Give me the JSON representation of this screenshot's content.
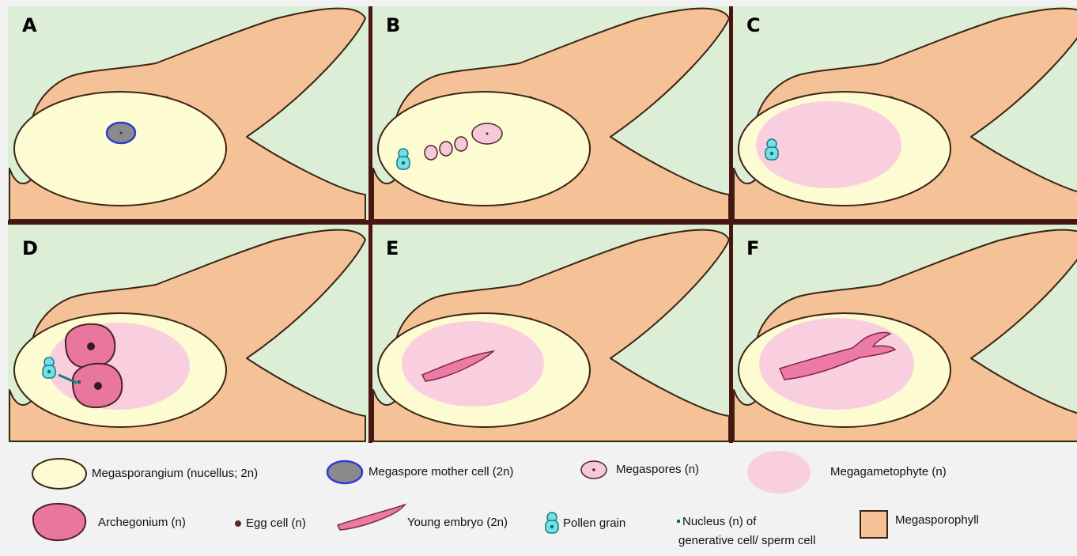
{
  "panels": [
    {
      "letter": "A",
      "stage": "megaspore-mother-cell"
    },
    {
      "letter": "B",
      "stage": "megaspores"
    },
    {
      "letter": "C",
      "stage": "megagametophyte"
    },
    {
      "letter": "D",
      "stage": "archegonia"
    },
    {
      "letter": "E",
      "stage": "young-embryo"
    },
    {
      "letter": "F",
      "stage": "mature-embryo"
    }
  ],
  "legend": {
    "megasporangium": "Megasporangium (nucellus; 2n)",
    "megaspore_mother_cell": "Megaspore mother cell (2n)",
    "megaspores": "Megaspores (n)",
    "megagametophyte": "Megagametophyte (n)",
    "archegonium": "Archegonium (n)",
    "egg_cell": "Egg cell (n)",
    "young_embryo": "Young embryo (2n)",
    "pollen_grain": "Pollen grain",
    "nucleus_line1": "Nucleus (n) of",
    "nucleus_line2": "generative cell/ sperm cell",
    "megasporophyll": "Megasporophyll"
  },
  "colors": {
    "background": "#dcefd6",
    "megasporophyll": "#f5c196",
    "megasporangium": "#fdfbd2",
    "megaspore_mother_cell": "#8a8a8a",
    "mother_cell_outline": "#2b3fd1",
    "megaspore": "#f6c9da",
    "megagametophyte": "#f9cfe0",
    "archegonium": "#e8769f",
    "egg_cell": "#5a2a22",
    "embryo": "#ec7aa5",
    "pollen": "#74e0e6",
    "nucleus": "#0f6a6a",
    "divider": "#4a1410"
  }
}
